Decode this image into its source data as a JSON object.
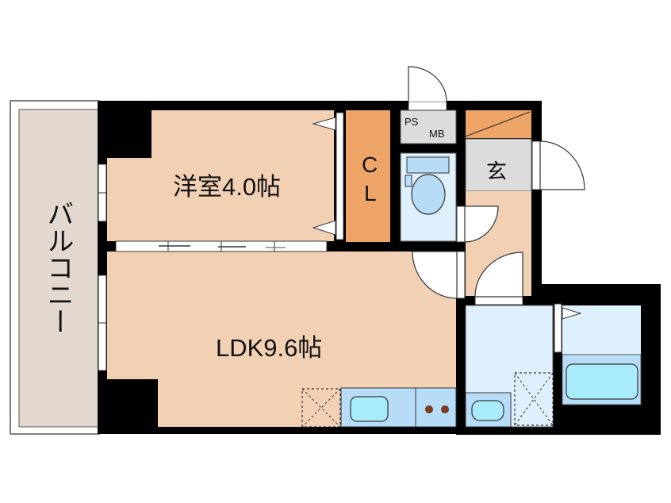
{
  "floorplan": {
    "rooms": {
      "balcony": {
        "label": "バルコニー"
      },
      "western_room": {
        "label": "洋室4.0帖"
      },
      "ldk": {
        "label": "LDK9.6帖"
      },
      "closet": {
        "label_c": "C",
        "label_l": "L"
      },
      "ps_mb": {
        "label_ps": "PS",
        "label_mb": "MB"
      },
      "entrance": {
        "label": "玄"
      }
    },
    "colors": {
      "wall": "#000000",
      "room_floor": "#f2d0b4",
      "closet": "#eda466",
      "wet_area": "#dff0fd",
      "fixture": "#b7dcf8",
      "tub": "#a8ecfc",
      "entrance_tile": "#dcdcdc",
      "balcony": "#e3d8d0",
      "stove_burner": "#8b3a10"
    }
  }
}
